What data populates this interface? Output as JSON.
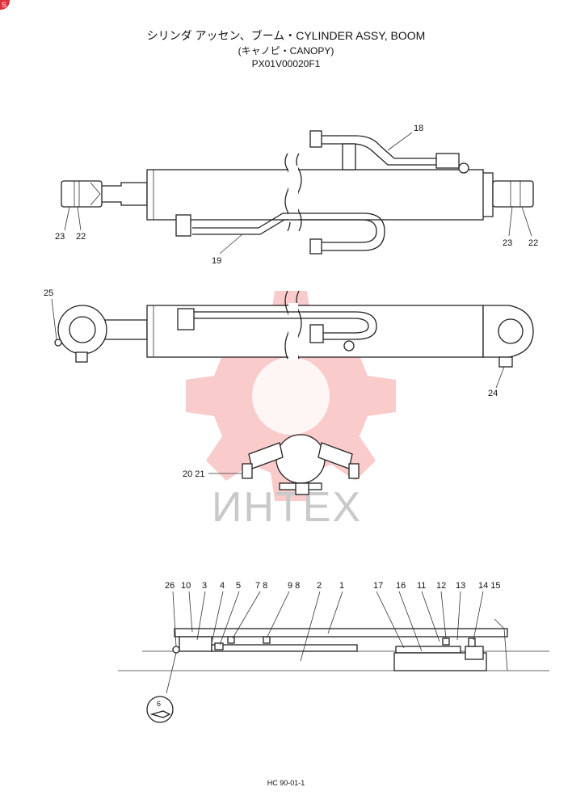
{
  "header": {
    "title": "シリンダ アッセン、ブーム・CYLINDER ASSY, BOOM",
    "subtitle": "(キャノピ・CANOPY)",
    "code": "PX01V00020F1"
  },
  "watermark": {
    "text": "ИНТЕХ",
    "color": "#f28b8b"
  },
  "callouts": {
    "view1": [
      "18",
      "23",
      "22",
      "19",
      "23",
      "22"
    ],
    "view2": [
      "25",
      "24"
    ],
    "view3": [
      "20 21"
    ],
    "section": [
      "26",
      "10",
      "3",
      "4",
      "5",
      "7 8",
      "9 8",
      "2",
      "1",
      "17",
      "16",
      "11",
      "12",
      "13",
      "14 15"
    ],
    "detail": "6"
  },
  "corner_badge": {
    "text": "S",
    "color": "#e0303b"
  },
  "footer": {
    "text": "HC 90-01-1"
  }
}
